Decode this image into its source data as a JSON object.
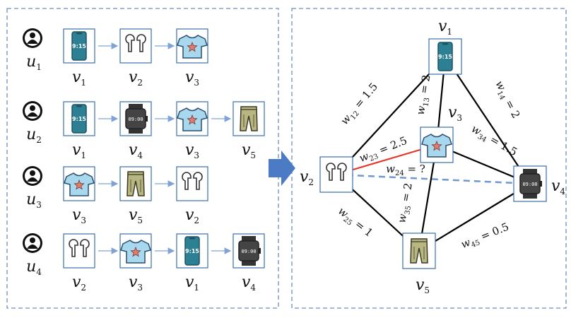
{
  "users": [
    {
      "label": "u",
      "sub": "1",
      "items": [
        {
          "icon": "phone",
          "label": "v",
          "sub": "1"
        },
        {
          "icon": "earbuds",
          "label": "v",
          "sub": "2"
        },
        {
          "icon": "tshirt",
          "label": "v",
          "sub": "3"
        }
      ]
    },
    {
      "label": "u",
      "sub": "2",
      "items": [
        {
          "icon": "phone",
          "label": "v",
          "sub": "1"
        },
        {
          "icon": "watch",
          "label": "v",
          "sub": "4"
        },
        {
          "icon": "tshirt",
          "label": "v",
          "sub": "3"
        },
        {
          "icon": "pants",
          "label": "v",
          "sub": "5"
        }
      ]
    },
    {
      "label": "u",
      "sub": "3",
      "items": [
        {
          "icon": "tshirt",
          "label": "v",
          "sub": "3"
        },
        {
          "icon": "pants",
          "label": "v",
          "sub": "5"
        },
        {
          "icon": "earbuds",
          "label": "v",
          "sub": "2"
        }
      ]
    },
    {
      "label": "u",
      "sub": "4",
      "items": [
        {
          "icon": "earbuds",
          "label": "v",
          "sub": "2"
        },
        {
          "icon": "tshirt",
          "label": "v",
          "sub": "3"
        },
        {
          "icon": "phone",
          "label": "v",
          "sub": "1"
        },
        {
          "icon": "watch",
          "label": "v",
          "sub": "4"
        }
      ]
    }
  ],
  "graph": {
    "nodes": [
      {
        "id": "v1",
        "icon": "phone",
        "label": "v",
        "sub": "1"
      },
      {
        "id": "v2",
        "icon": "earbuds",
        "label": "v",
        "sub": "2"
      },
      {
        "id": "v3",
        "icon": "tshirt",
        "label": "v",
        "sub": "3"
      },
      {
        "id": "v4",
        "icon": "watch",
        "label": "v",
        "sub": "4"
      },
      {
        "id": "v5",
        "icon": "pants",
        "label": "v",
        "sub": "5"
      }
    ],
    "edges": [
      {
        "from": "v1",
        "to": "v2",
        "w": "w",
        "sub": "12",
        "text": " = 1.5",
        "style": "solid",
        "color": "#000000"
      },
      {
        "from": "v1",
        "to": "v3",
        "w": "w",
        "sub": "13",
        "text": " = 2",
        "style": "solid",
        "color": "#000000"
      },
      {
        "from": "v1",
        "to": "v4",
        "w": "w",
        "sub": "14",
        "text": " = 2",
        "style": "solid",
        "color": "#000000"
      },
      {
        "from": "v2",
        "to": "v3",
        "w": "w",
        "sub": "23",
        "text": " = 2.5",
        "style": "solid",
        "color": "#e0382a"
      },
      {
        "from": "v2",
        "to": "v4",
        "w": "w",
        "sub": "24",
        "text": " = ?",
        "style": "dashed",
        "color": "#6e98cf"
      },
      {
        "from": "v3",
        "to": "v4",
        "w": "w",
        "sub": "34",
        "text": " = 1.5",
        "style": "solid",
        "color": "#000000"
      },
      {
        "from": "v2",
        "to": "v5",
        "w": "w",
        "sub": "25",
        "text": " = 1",
        "style": "solid",
        "color": "#000000"
      },
      {
        "from": "v3",
        "to": "v5",
        "w": "w",
        "sub": "35",
        "text": " = 2",
        "style": "solid",
        "color": "#000000"
      },
      {
        "from": "v4",
        "to": "v5",
        "w": "w",
        "sub": "45",
        "text": " = 0.5",
        "style": "solid",
        "color": "#000000"
      }
    ]
  },
  "icon_texts": {
    "phone_time": "9:15",
    "watch_time": "09:00"
  },
  "colors": {
    "panel_border": "#6e8fc0",
    "node_border": "#3b6fa8",
    "arrow": "#7fa3d6",
    "big_arrow": "#4a7bc4",
    "phone": "#2d7f94",
    "shirt": "#a8d8ee",
    "star": "#e57a6e",
    "pants": "#b8b784",
    "watch": "#444444"
  }
}
